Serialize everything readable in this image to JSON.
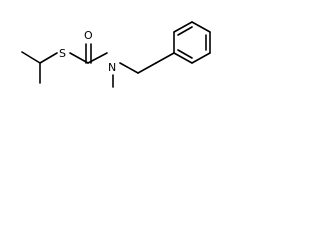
{
  "molecule": {
    "atoms": {
      "oxygen": "O",
      "sulfur": "S",
      "nitrogen": "N"
    }
  }
}
